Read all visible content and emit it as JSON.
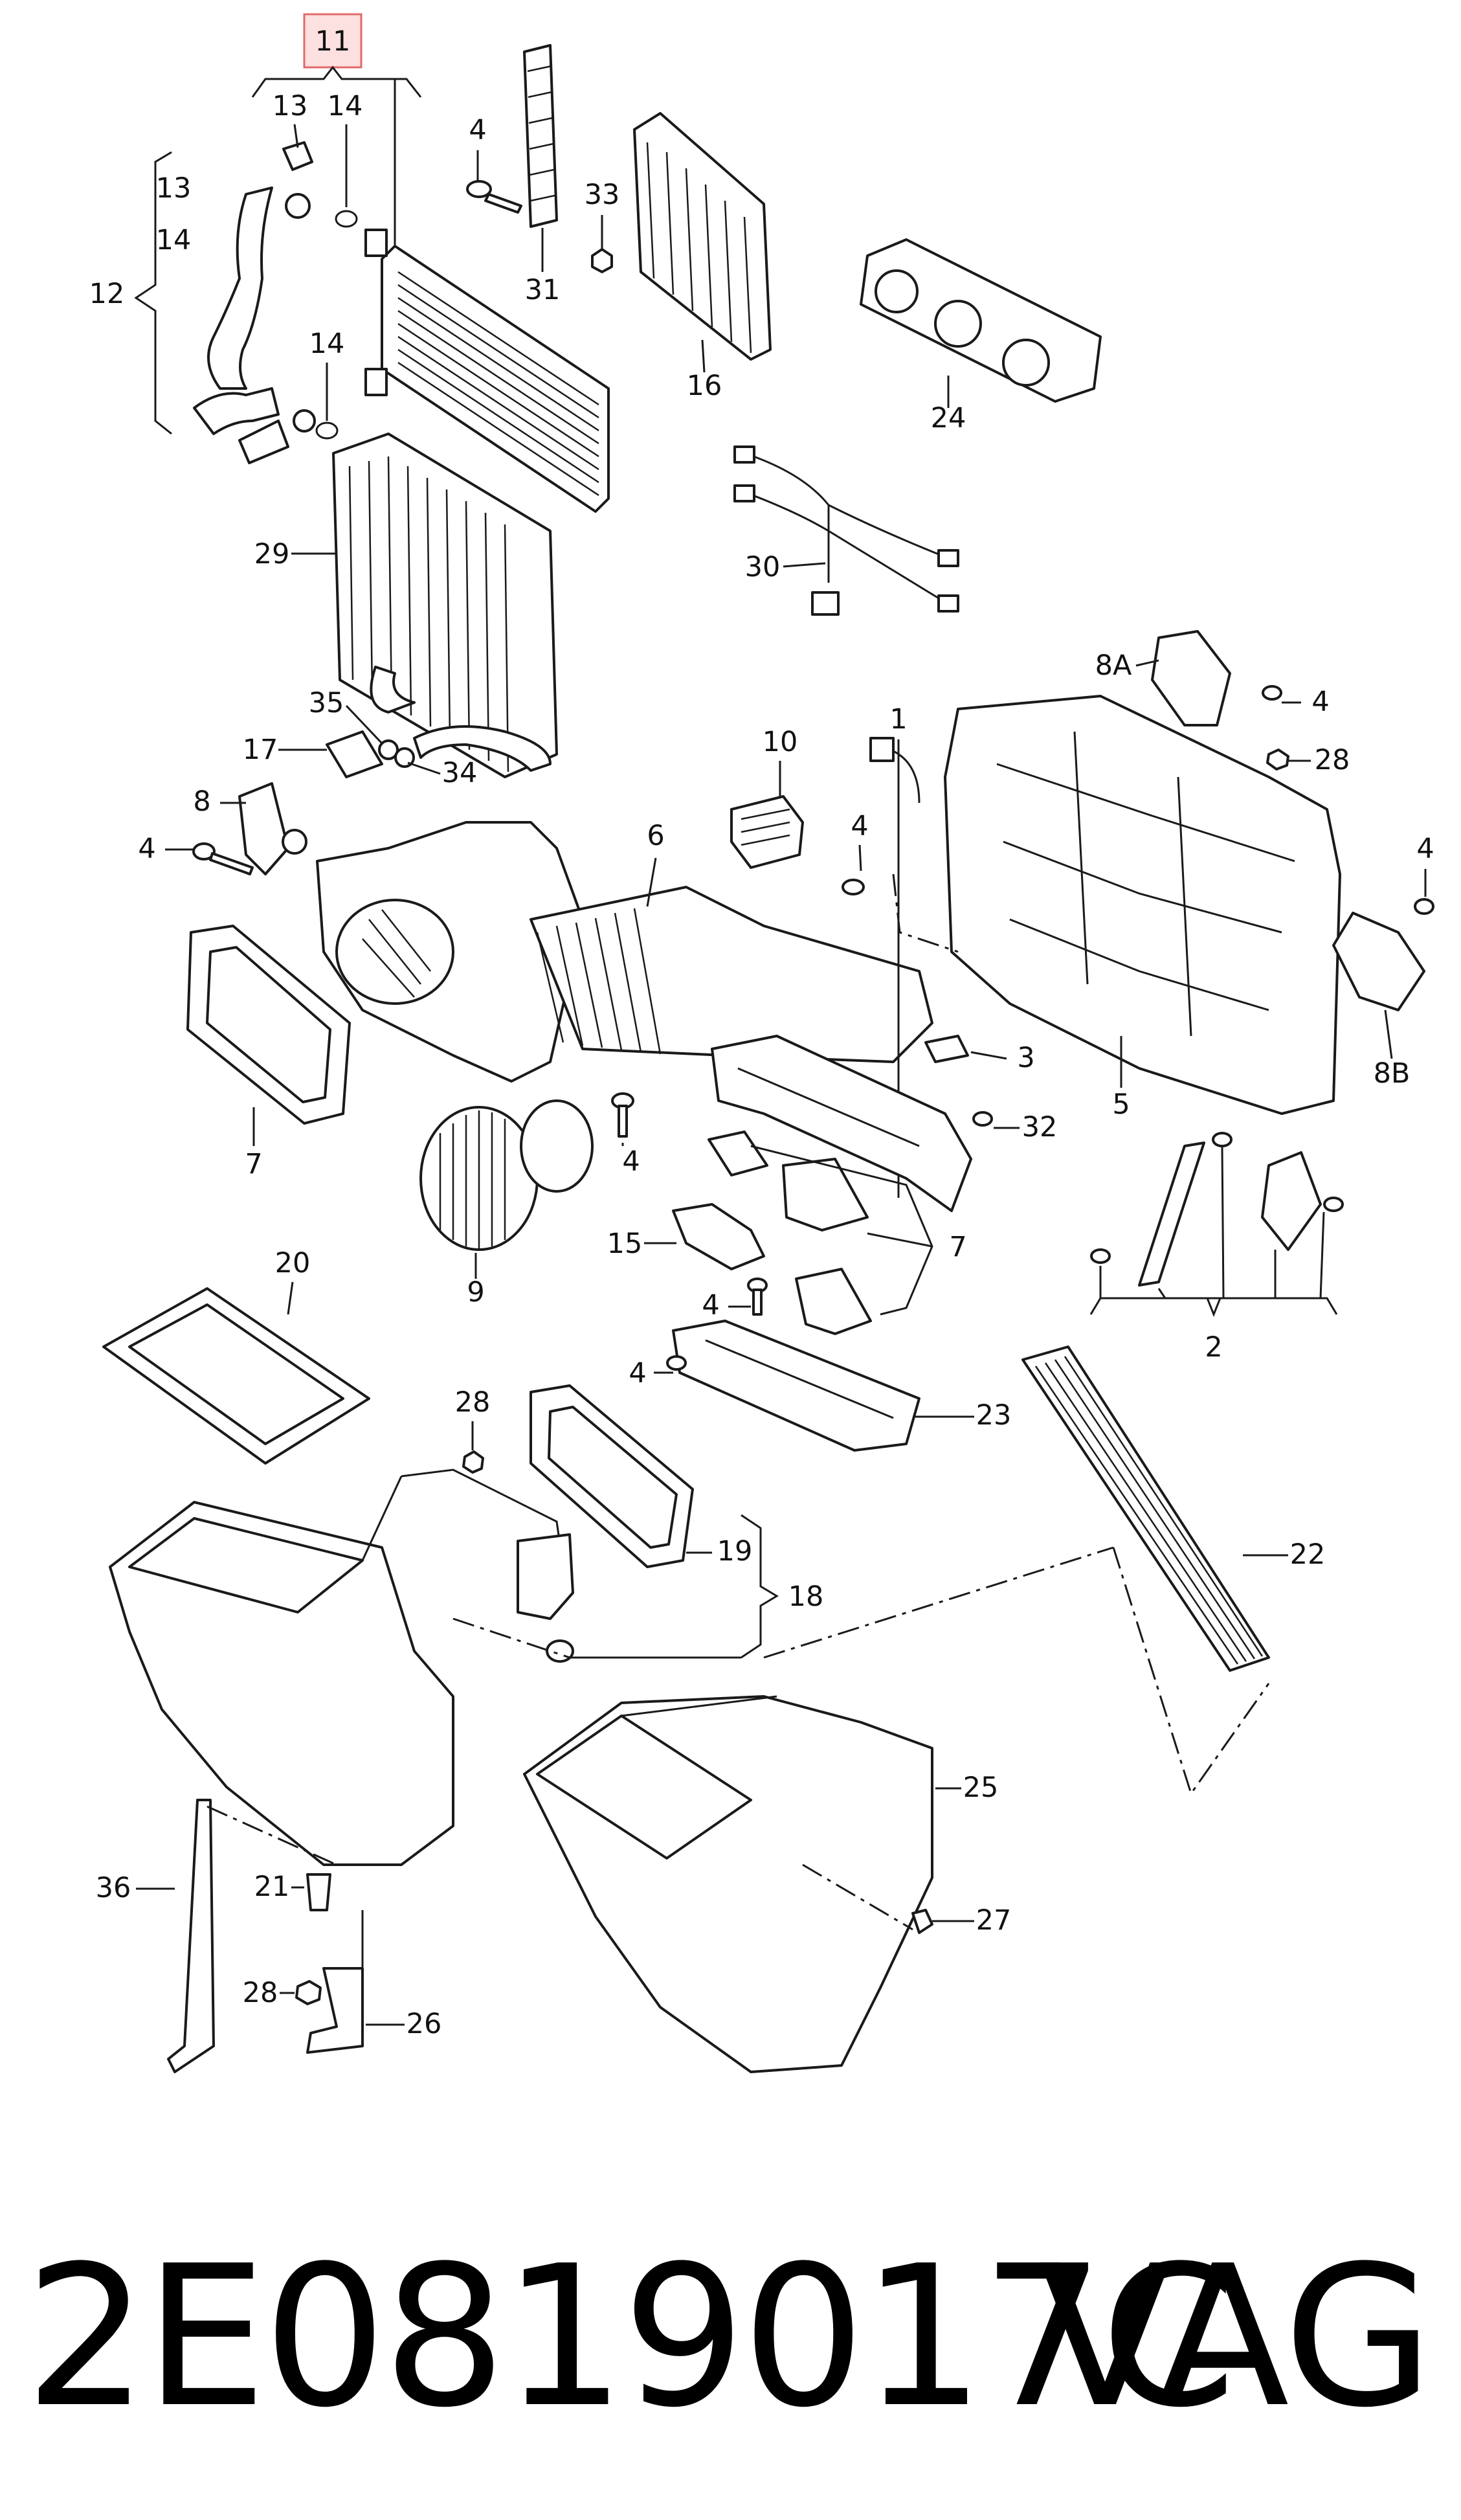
{
  "footer": {
    "part_number": "2E0819017C",
    "brand": "VAG"
  },
  "highlight": {
    "label": "11",
    "box_fill": "#fde0e0",
    "box_stroke": "#e06a6a"
  },
  "callouts": {
    "c1": "1",
    "c2": "2",
    "c3": "3",
    "c4a": "4",
    "c4b": "4",
    "c4c": "4",
    "c4d": "4",
    "c4e": "4",
    "c4f": "4",
    "c4g": "4",
    "c4h": "4",
    "c5": "5",
    "c6": "6",
    "c7a": "7",
    "c7b": "7",
    "c8": "8",
    "c8a": "8A",
    "c8b": "8B",
    "c9": "9",
    "c10": "10",
    "c12": "12",
    "c13a": "13",
    "c13b": "13",
    "c14a": "14",
    "c14b": "14",
    "c14c": "14",
    "c15": "15",
    "c16": "16",
    "c17": "17",
    "c18": "18",
    "c19": "19",
    "c20": "20",
    "c21": "21",
    "c22": "22",
    "c23": "23",
    "c24": "24",
    "c25": "25",
    "c26": "26",
    "c27": "27",
    "c28a": "28",
    "c28b": "28",
    "c28c": "28",
    "c29": "29",
    "c30": "30",
    "c31": "31",
    "c32": "32",
    "c33": "33",
    "c34": "34",
    "c35": "35",
    "c36": "36"
  }
}
